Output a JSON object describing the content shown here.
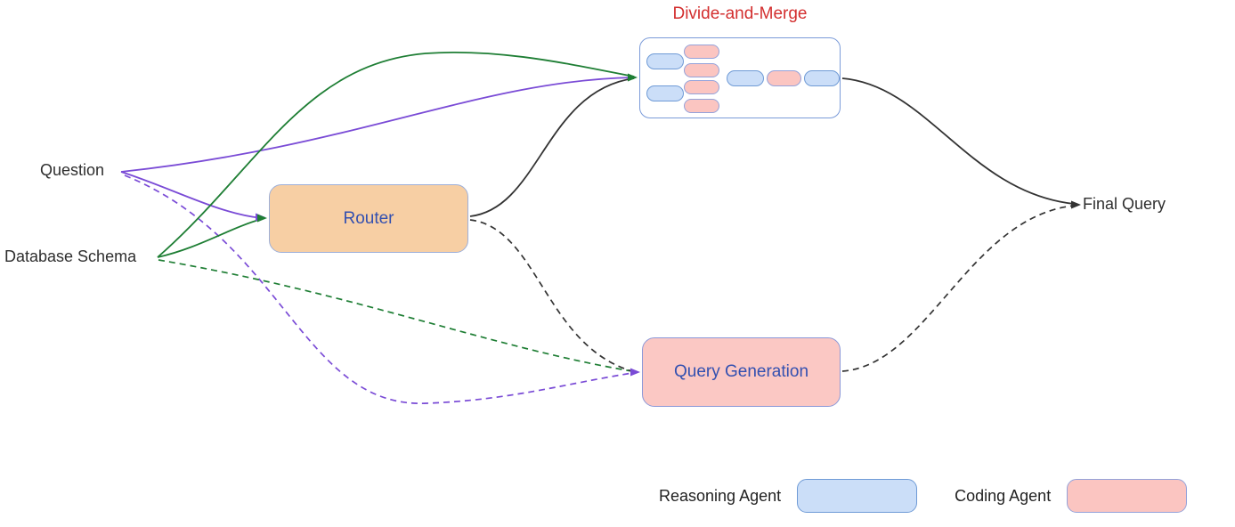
{
  "diagram": {
    "nodes": {
      "question": {
        "label": "Question"
      },
      "database_schema": {
        "label": "Database Schema"
      },
      "router": {
        "label": "Router"
      },
      "divide_and_merge": {
        "title": "Divide-and-Merge"
      },
      "query_generation": {
        "label": "Query Generation"
      },
      "final_query": {
        "label": "Final Query"
      }
    },
    "divide_and_merge_contents": {
      "split_column_a": [
        "reasoning",
        "reasoning"
      ],
      "split_column_b": [
        "coding",
        "coding",
        "coding",
        "coding"
      ],
      "merge_row": [
        "reasoning",
        "coding",
        "reasoning"
      ]
    },
    "edges": [
      {
        "from": "Question",
        "to": "Divide-and-Merge",
        "style": "solid",
        "color_key": "purple"
      },
      {
        "from": "Question",
        "to": "Router",
        "style": "solid",
        "color_key": "purple"
      },
      {
        "from": "Question",
        "to": "Query Generation",
        "style": "dashed",
        "color_key": "purple"
      },
      {
        "from": "Database Schema",
        "to": "Divide-and-Merge",
        "style": "solid",
        "color_key": "green"
      },
      {
        "from": "Database Schema",
        "to": "Router",
        "style": "solid",
        "color_key": "green"
      },
      {
        "from": "Database Schema",
        "to": "Query Generation",
        "style": "dashed",
        "color_key": "green"
      },
      {
        "from": "Router",
        "to": "Divide-and-Merge",
        "style": "solid",
        "color_key": "black"
      },
      {
        "from": "Router",
        "to": "Query Generation",
        "style": "dashed",
        "color_key": "black"
      },
      {
        "from": "Divide-and-Merge",
        "to": "Final Query",
        "style": "solid",
        "color_key": "black"
      },
      {
        "from": "Query Generation",
        "to": "Final Query",
        "style": "dashed",
        "color_key": "black"
      }
    ]
  },
  "legend": {
    "items": [
      {
        "label": "Reasoning Agent",
        "type": "reasoning"
      },
      {
        "label": "Coding Agent",
        "type": "coding"
      }
    ]
  },
  "colors": {
    "purple": "#7a4bd6",
    "green": "#1e7e34",
    "black": "#333333",
    "title_red": "#d32f2f",
    "node_text_blue": "#3350b0",
    "router_fill": "#f7cfa4",
    "reasoning_fill": "#cbdef8",
    "reasoning_border": "#6f9bd6",
    "coding_fill": "#fbc5c1",
    "coding_border": "#94a2da",
    "box_border": "#7b9bd9"
  }
}
